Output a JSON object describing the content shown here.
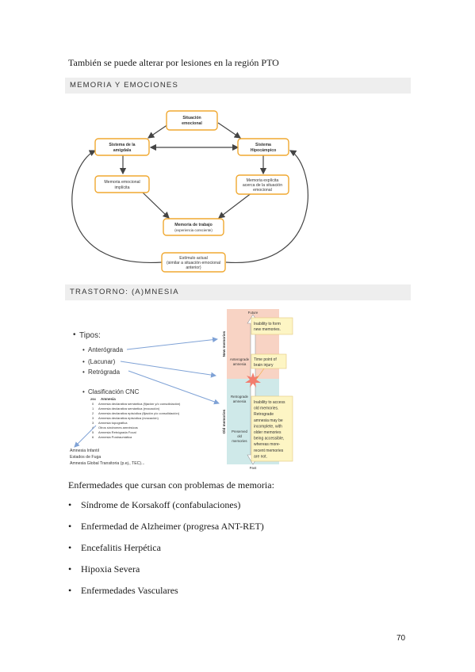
{
  "intro": "También se puede alterar por lesiones en la región PTO",
  "section1": "MEMORIA Y EMOCIONES",
  "diagram1": {
    "situacion": [
      "Situación",
      "emocional"
    ],
    "amigdala": [
      "Sistema de la",
      "amígdala"
    ],
    "hipocampo": [
      "Sistema",
      "Hipocámpico"
    ],
    "implicita": [
      "Memoria emocional",
      "implícita"
    ],
    "explicita": [
      "Memoria explícita",
      "acerca de la situación",
      "emocional"
    ],
    "trabajo": [
      "Memoria de trabajo",
      "(experiencia consciente)"
    ],
    "estimulo": [
      "Estímulo actual",
      "(similar a situación emocional",
      "anterior)"
    ]
  },
  "section2": "TRASTORNO: (A)MNESIA",
  "tipos": {
    "title": "Tipos:",
    "items": [
      "Anterógrada",
      "(Lacunar)",
      "Retrógrada"
    ],
    "clasif": "Clasificación CNC",
    "code": "294",
    "amnesia": "Amnesia",
    "subitems": [
      {
        "n": "0",
        "t": "Amnesia declarativa semántica (fijación y/o consolidación)"
      },
      {
        "n": "1",
        "t": "Amnesia declarativa semántica (evocación)"
      },
      {
        "n": "2",
        "t": "Amnesia declarativa episódica (fijación y/o consolidación)"
      },
      {
        "n": "3",
        "t": "Amnesia declarativa episódica (evocación)"
      },
      {
        "n": "3",
        "t": "Amnesia topográfica"
      },
      {
        "n": "4",
        "t": "Otros síndromes amnésicos"
      },
      {
        "n": "5",
        "t": "Amnesia Retrógrada Focal"
      },
      {
        "n": "6",
        "t": "Amnesia Postraumática"
      }
    ],
    "extra": [
      "Amnesia Infantil",
      "Estados de Fuga",
      "Amnesia Global Transitoria (p.ej., TEC)..."
    ]
  },
  "timeline": {
    "future": "Future",
    "past": "Past",
    "new_memories": "New memories",
    "old_memories": "Old memories",
    "anterograde": [
      "Anterograde",
      "amnesia"
    ],
    "retrograde": [
      "Retrograde",
      "amnesia"
    ],
    "preserved": [
      "Preserved",
      "old",
      "memories"
    ],
    "box1": [
      "Inability to form",
      "new memories."
    ],
    "box2": [
      "Time point of",
      "brain injury"
    ],
    "box3": [
      "Inability to access",
      "old memories.",
      "Retrograde",
      "amnesia may be",
      "incomplete, with",
      "older memories",
      "being accessible,",
      "whereas more-",
      "recent memories",
      "are not."
    ]
  },
  "diseases_title": "Enfermedades que cursan con problemas de memoria:",
  "bullet": "•",
  "diseases": [
    "Síndrome de Korsakoff (confabulaciones)",
    "Enfermedad de Alzheimer (progresa ANT-RET)",
    "Encefalitis Herpética",
    "Hipoxia Severa",
    "Enfermedades Vasculares"
  ],
  "page_number": "70",
  "colors": {
    "box_border": "#f0a830",
    "arrow": "#555555",
    "pink": "#f8d3c4",
    "teal": "#cfe9e9",
    "note": "#fdf5c4",
    "blue_arrow": "#7fa2d6"
  }
}
